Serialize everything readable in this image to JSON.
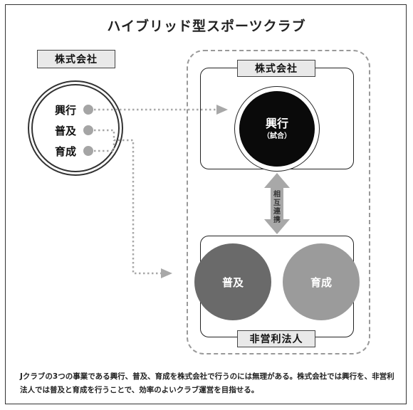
{
  "title": "ハイブリッド型スポーツクラブ",
  "left": {
    "company_label": "株式会社",
    "items": [
      "興行",
      "普及",
      "育成"
    ]
  },
  "right": {
    "company_label": "株式会社",
    "main_circle": {
      "label": "興行",
      "sublabel": "（試合）"
    },
    "link_label": "相互連携",
    "nonprofit_label": "非営利法人",
    "circle_fukyu": "普及",
    "circle_ikusei": "育成"
  },
  "caption": "Jクラブの3つの事業である興行、普及、育成を株式会社で行うのには無理がある。株式会社では興行を、非営利法人では普及と育成を行うことで、効率のよいクラブ運営を目指せる。",
  "colors": {
    "dark_circle": "#0a0a0a",
    "mid_circle": "#6a6a6a",
    "light_circle": "#9b9b9b",
    "arrow": "#a8a8a8"
  }
}
